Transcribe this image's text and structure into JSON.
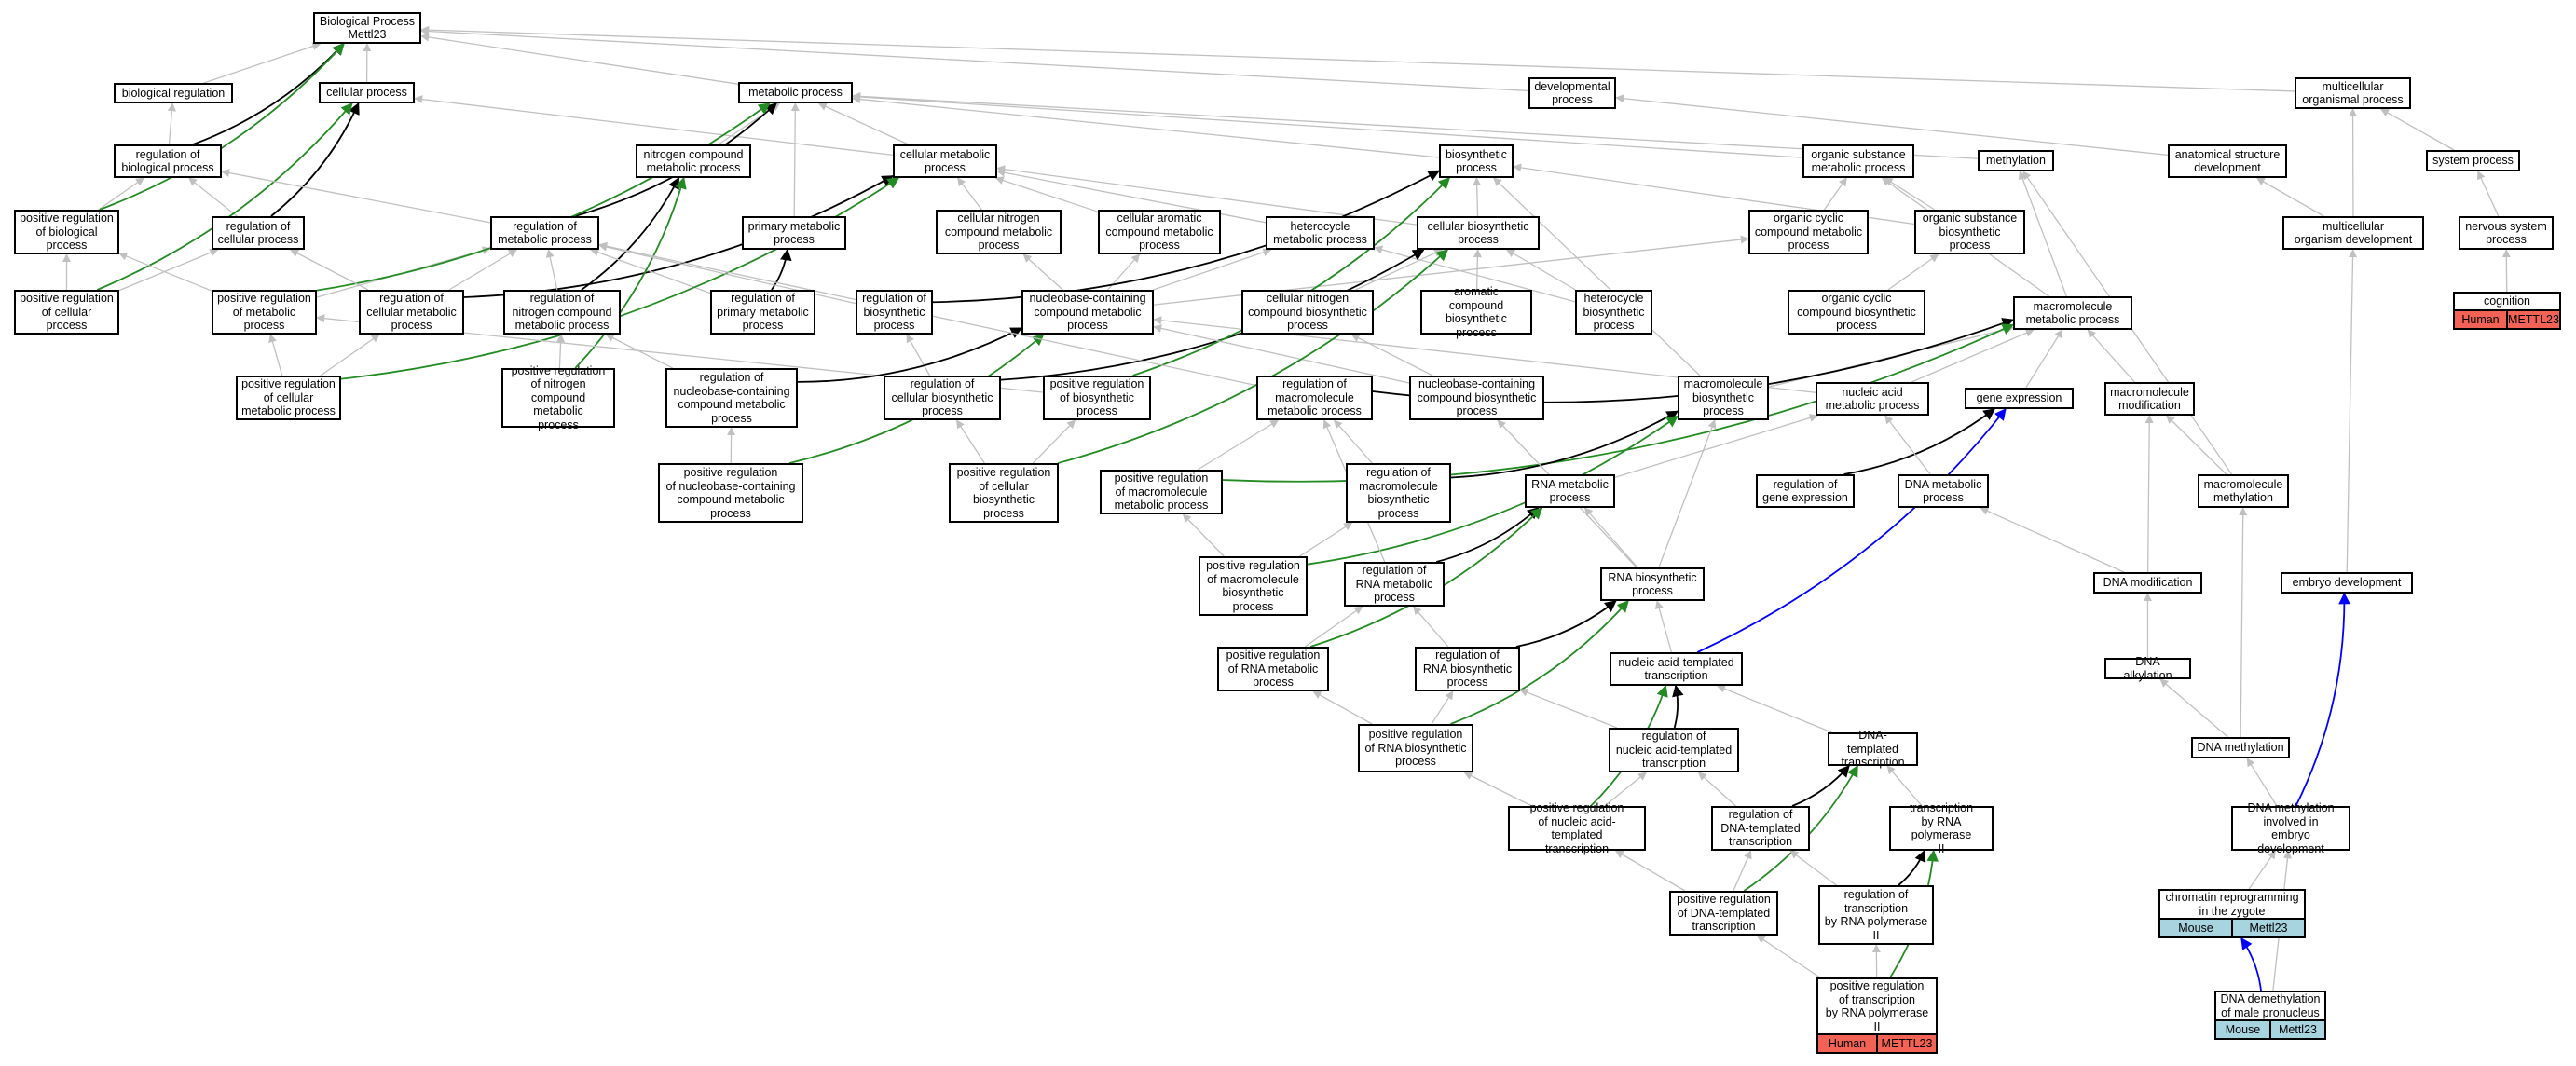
{
  "graph": {
    "colors": {
      "default_edge": "#c0c0c0",
      "black_edge": "#000000",
      "green_edge": "#228b22",
      "blue_edge": "#0000ff",
      "human": "#f26355",
      "mouse": "#a8d4e0"
    },
    "nodes": [
      {
        "id": "bp",
        "label": "Biological Process\nMettl23"
      },
      {
        "id": "biol_reg",
        "label": "biological regulation"
      },
      {
        "id": "cell_proc",
        "label": "cellular process"
      },
      {
        "id": "met_proc",
        "label": "metabolic process"
      },
      {
        "id": "dev_proc",
        "label": "developmental\nprocess"
      },
      {
        "id": "multi_org",
        "label": "multicellular\norganismal process"
      },
      {
        "id": "reg_biol",
        "label": "regulation of\nbiological process"
      },
      {
        "id": "n_comp_met",
        "label": "nitrogen compound\nmetabolic process"
      },
      {
        "id": "cell_met",
        "label": "cellular metabolic\nprocess"
      },
      {
        "id": "biosyn",
        "label": "biosynthetic\nprocess"
      },
      {
        "id": "org_sub_met",
        "label": "organic substance\nmetabolic process"
      },
      {
        "id": "methylation",
        "label": "methylation"
      },
      {
        "id": "anat_dev",
        "label": "anatomical structure\ndevelopment"
      },
      {
        "id": "sys_proc",
        "label": "system process"
      },
      {
        "id": "pos_reg_biol",
        "label": "positive regulation\nof biological\nprocess"
      },
      {
        "id": "reg_cell",
        "label": "regulation of\ncellular process"
      },
      {
        "id": "reg_met",
        "label": "regulation of\nmetabolic process"
      },
      {
        "id": "prim_met",
        "label": "primary metabolic\nprocess"
      },
      {
        "id": "cell_n_met",
        "label": "cellular nitrogen\ncompound metabolic\nprocess"
      },
      {
        "id": "cell_arom_met",
        "label": "cellular aromatic\ncompound metabolic\nprocess"
      },
      {
        "id": "hetero_met",
        "label": "heterocycle\nmetabolic process"
      },
      {
        "id": "cell_biosyn",
        "label": "cellular biosynthetic\nprocess"
      },
      {
        "id": "org_cyc_met",
        "label": "organic cyclic\ncompound metabolic\nprocess"
      },
      {
        "id": "org_sub_biosyn",
        "label": "organic substance\nbiosynthetic\nprocess"
      },
      {
        "id": "multi_dev",
        "label": "multicellular\norganism development"
      },
      {
        "id": "nerv_sys",
        "label": "nervous system\nprocess"
      },
      {
        "id": "pos_reg_cell",
        "label": "positive regulation\nof cellular\nprocess"
      },
      {
        "id": "pos_reg_met",
        "label": "positive regulation\nof metabolic\nprocess"
      },
      {
        "id": "reg_cell_met",
        "label": "regulation of\ncellular metabolic\nprocess"
      },
      {
        "id": "reg_n_met",
        "label": "regulation of\nnitrogen compound\nmetabolic process"
      },
      {
        "id": "reg_prim_met",
        "label": "regulation of\nprimary metabolic\nprocess"
      },
      {
        "id": "reg_biosyn",
        "label": "regulation of\nbiosynthetic\nprocess"
      },
      {
        "id": "nucleobase_met",
        "label": "nucleobase-containing\ncompound metabolic\nprocess"
      },
      {
        "id": "cell_n_biosyn",
        "label": "cellular nitrogen\ncompound biosynthetic\nprocess"
      },
      {
        "id": "arom_biosyn",
        "label": "aromatic compound\nbiosynthetic\nprocess"
      },
      {
        "id": "hetero_biosyn",
        "label": "heterocycle\nbiosynthetic\nprocess"
      },
      {
        "id": "org_cyc_biosyn",
        "label": "organic cyclic\ncompound biosynthetic\nprocess"
      },
      {
        "id": "macro_met",
        "label": "macromolecule\nmetabolic process"
      },
      {
        "id": "cognition",
        "label": "cognition"
      },
      {
        "id": "pos_reg_cell_met",
        "label": "positive regulation\nof cellular\nmetabolic process"
      },
      {
        "id": "pos_reg_n_met",
        "label": "positive regulation\nof nitrogen\ncompound metabolic\nprocess"
      },
      {
        "id": "reg_nucleobase_met",
        "label": "regulation of\nnucleobase-containing\ncompound metabolic\nprocess"
      },
      {
        "id": "reg_cell_biosyn",
        "label": "regulation of\ncellular biosynthetic\nprocess"
      },
      {
        "id": "pos_reg_biosyn",
        "label": "positive regulation\nof biosynthetic\nprocess"
      },
      {
        "id": "reg_macro_biosyn",
        "label": "regulation of\nmacromolecule\nmetabolic process"
      },
      {
        "id": "nucleobase_biosyn",
        "label": "nucleobase-containing\ncompound biosynthetic\nprocess"
      },
      {
        "id": "macro_biosyn",
        "label": "macromolecule\nbiosynthetic\nprocess"
      },
      {
        "id": "na_met",
        "label": "nucleic acid\nmetabolic process"
      },
      {
        "id": "gene_expr",
        "label": "gene expression"
      },
      {
        "id": "macro_mod",
        "label": "macromolecule\nmodification"
      },
      {
        "id": "pos_reg_nucleobase_met",
        "label": "positive regulation\nof nucleobase-containing\ncompound metabolic\nprocess"
      },
      {
        "id": "pos_reg_cell_biosyn",
        "label": "positive regulation\nof cellular\nbiosynthetic\nprocess"
      },
      {
        "id": "pos_reg_macro_met",
        "label": "positive regulation\nof macromolecule\nmetabolic process"
      },
      {
        "id": "reg_macro_biosyn2",
        "label": "regulation of\nmacromolecule\nbiosynthetic\nprocess"
      },
      {
        "id": "rna_met",
        "label": "RNA metabolic\nprocess"
      },
      {
        "id": "reg_gene_expr",
        "label": "regulation of\ngene expression"
      },
      {
        "id": "dna_met",
        "label": "DNA metabolic\nprocess"
      },
      {
        "id": "macro_meth",
        "label": "macromolecule\nmethylation"
      },
      {
        "id": "pos_reg_macro_biosyn",
        "label": "positive regulation\nof macromolecule\nbiosynthetic\nprocess"
      },
      {
        "id": "reg_rna_met",
        "label": "regulation of\nRNA metabolic\nprocess"
      },
      {
        "id": "rna_biosyn",
        "label": "RNA biosynthetic\nprocess"
      },
      {
        "id": "dna_mod",
        "label": "DNA modification"
      },
      {
        "id": "embryo_dev",
        "label": "embryo development"
      },
      {
        "id": "pos_reg_rna_met",
        "label": "positive regulation\nof RNA metabolic\nprocess"
      },
      {
        "id": "reg_rna_biosyn",
        "label": "regulation of\nRNA biosynthetic\nprocess"
      },
      {
        "id": "na_templ_transc",
        "label": "nucleic acid-templated\ntranscription"
      },
      {
        "id": "dna_alk",
        "label": "DNA alkylation"
      },
      {
        "id": "pos_reg_rna_biosyn",
        "label": "positive regulation\nof RNA biosynthetic\nprocess"
      },
      {
        "id": "reg_na_templ",
        "label": "regulation of\nnucleic acid-templated\ntranscription"
      },
      {
        "id": "dna_templ_transc",
        "label": "DNA-templated\ntranscription"
      },
      {
        "id": "dna_meth",
        "label": "DNA methylation"
      },
      {
        "id": "pos_reg_na_templ",
        "label": "positive regulation\nof nucleic acid-templated\ntranscription"
      },
      {
        "id": "reg_dna_templ",
        "label": "regulation of\nDNA-templated\ntranscription"
      },
      {
        "id": "transc_pol2",
        "label": "transcription\nby RNA polymerase\nII"
      },
      {
        "id": "dna_meth_embryo",
        "label": "DNA methylation\ninvolved in\nembryo development"
      },
      {
        "id": "pos_reg_dna_templ",
        "label": "positive regulation\nof DNA-templated\ntranscription"
      },
      {
        "id": "reg_transc_pol2",
        "label": "regulation of\ntranscription\nby RNA polymerase\nII"
      },
      {
        "id": "chrom_reprog",
        "label": "chromatin reprogramming\nin the zygote"
      },
      {
        "id": "pos_reg_transc_pol2",
        "label": "positive regulation\nof transcription\nby RNA polymerase\nII"
      },
      {
        "id": "dna_demeth",
        "label": "DNA demethylation\nof male pronucleus"
      }
    ],
    "annotations": [
      {
        "node": "cognition",
        "species": "Human",
        "gene": "METTL23",
        "color_key": "human"
      },
      {
        "node": "pos_reg_transc_pol2",
        "species": "Human",
        "gene": "METTL23",
        "color_key": "human"
      },
      {
        "node": "chrom_reprog",
        "species": "Mouse",
        "gene": "Mettl23",
        "color_key": "mouse"
      },
      {
        "node": "dna_demeth",
        "species": "Mouse",
        "gene": "Mettl23",
        "color_key": "mouse"
      }
    ],
    "edges": [
      [
        "biol_reg",
        "bp",
        "d"
      ],
      [
        "cell_proc",
        "bp",
        "d"
      ],
      [
        "met_proc",
        "bp",
        "d"
      ],
      [
        "dev_proc",
        "bp",
        "d"
      ],
      [
        "multi_org",
        "bp",
        "d"
      ],
      [
        "reg_biol",
        "biol_reg",
        "d"
      ],
      [
        "reg_biol",
        "bp",
        "k"
      ],
      [
        "pos_reg_biol",
        "reg_biol",
        "d"
      ],
      [
        "pos_reg_biol",
        "bp",
        "g"
      ],
      [
        "reg_cell",
        "reg_biol",
        "d"
      ],
      [
        "reg_cell",
        "cell_proc",
        "k"
      ],
      [
        "pos_reg_cell",
        "pos_reg_biol",
        "d"
      ],
      [
        "pos_reg_cell",
        "reg_cell",
        "d"
      ],
      [
        "pos_reg_cell",
        "cell_proc",
        "g"
      ],
      [
        "cell_met",
        "cell_proc",
        "d"
      ],
      [
        "cell_met",
        "met_proc",
        "d"
      ],
      [
        "n_comp_met",
        "met_proc",
        "d"
      ],
      [
        "prim_met",
        "met_proc",
        "d"
      ],
      [
        "biosyn",
        "met_proc",
        "d"
      ],
      [
        "org_sub_met",
        "met_proc",
        "d"
      ],
      [
        "methylation",
        "met_proc",
        "d"
      ],
      [
        "anat_dev",
        "dev_proc",
        "d"
      ],
      [
        "sys_proc",
        "multi_org",
        "d"
      ],
      [
        "multi_dev",
        "multi_org",
        "d"
      ],
      [
        "multi_dev",
        "anat_dev",
        "d"
      ],
      [
        "nerv_sys",
        "sys_proc",
        "d"
      ],
      [
        "cognition",
        "nerv_sys",
        "d"
      ],
      [
        "reg_met",
        "reg_biol",
        "d"
      ],
      [
        "reg_met",
        "met_proc",
        "k"
      ],
      [
        "pos_reg_met",
        "pos_reg_biol",
        "d"
      ],
      [
        "pos_reg_met",
        "reg_met",
        "d"
      ],
      [
        "pos_reg_met",
        "met_proc",
        "g"
      ],
      [
        "reg_cell_met",
        "reg_cell",
        "d"
      ],
      [
        "reg_cell_met",
        "reg_met",
        "d"
      ],
      [
        "reg_cell_met",
        "cell_met",
        "k"
      ],
      [
        "reg_n_met",
        "reg_met",
        "d"
      ],
      [
        "reg_n_met",
        "n_comp_met",
        "k"
      ],
      [
        "reg_prim_met",
        "reg_met",
        "d"
      ],
      [
        "reg_prim_met",
        "prim_met",
        "k"
      ],
      [
        "pos_reg_cell_met",
        "pos_reg_met",
        "d"
      ],
      [
        "pos_reg_cell_met",
        "reg_cell_met",
        "d"
      ],
      [
        "pos_reg_cell_met",
        "cell_met",
        "g"
      ],
      [
        "pos_reg_n_met",
        "reg_n_met",
        "d"
      ],
      [
        "pos_reg_n_met",
        "n_comp_met",
        "g"
      ],
      [
        "cell_n_met",
        "cell_met",
        "d"
      ],
      [
        "cell_arom_met",
        "cell_met",
        "d"
      ],
      [
        "hetero_met",
        "cell_met",
        "d"
      ],
      [
        "cell_biosyn",
        "biosyn",
        "d"
      ],
      [
        "cell_biosyn",
        "cell_met",
        "d"
      ],
      [
        "org_cyc_met",
        "org_sub_met",
        "d"
      ],
      [
        "org_sub_biosyn",
        "biosyn",
        "d"
      ],
      [
        "org_sub_biosyn",
        "org_sub_met",
        "d"
      ],
      [
        "nucleobase_met",
        "cell_n_met",
        "d"
      ],
      [
        "nucleobase_met",
        "cell_arom_met",
        "d"
      ],
      [
        "nucleobase_met",
        "hetero_met",
        "d"
      ],
      [
        "nucleobase_met",
        "org_cyc_met",
        "d"
      ],
      [
        "cell_n_biosyn",
        "cell_biosyn",
        "d"
      ],
      [
        "arom_biosyn",
        "cell_biosyn",
        "d"
      ],
      [
        "hetero_biosyn",
        "hetero_met",
        "d"
      ],
      [
        "hetero_biosyn",
        "cell_biosyn",
        "d"
      ],
      [
        "org_cyc_biosyn",
        "org_sub_biosyn",
        "d"
      ],
      [
        "reg_biosyn",
        "reg_met",
        "d"
      ],
      [
        "reg_biosyn",
        "biosyn",
        "k"
      ],
      [
        "reg_cell_biosyn",
        "reg_biosyn",
        "d"
      ],
      [
        "reg_cell_biosyn",
        "cell_biosyn",
        "k"
      ],
      [
        "pos_reg_biosyn",
        "pos_reg_met",
        "d"
      ],
      [
        "pos_reg_biosyn",
        "biosyn",
        "g"
      ],
      [
        "reg_nucleobase_met",
        "reg_n_met",
        "d"
      ],
      [
        "reg_nucleobase_met",
        "nucleobase_met",
        "k"
      ],
      [
        "pos_reg_nucleobase_met",
        "reg_nucleobase_met",
        "d"
      ],
      [
        "pos_reg_nucleobase_met",
        "nucleobase_met",
        "g"
      ],
      [
        "macro_met",
        "org_sub_met",
        "d"
      ],
      [
        "macro_met",
        "methylation",
        "d"
      ],
      [
        "macro_biosyn",
        "macro_met",
        "d"
      ],
      [
        "macro_biosyn",
        "biosyn",
        "d"
      ],
      [
        "na_met",
        "nucleobase_met",
        "d"
      ],
      [
        "na_met",
        "macro_met",
        "d"
      ],
      [
        "gene_expr",
        "macro_met",
        "d"
      ],
      [
        "macro_mod",
        "macro_met",
        "d"
      ],
      [
        "reg_macro_biosyn",
        "reg_met",
        "d"
      ],
      [
        "reg_macro_biosyn",
        "macro_met",
        "k"
      ],
      [
        "nucleobase_biosyn",
        "nucleobase_met",
        "d"
      ],
      [
        "nucleobase_biosyn",
        "cell_n_biosyn",
        "d"
      ],
      [
        "pos_reg_cell_biosyn",
        "pos_reg_biosyn",
        "d"
      ],
      [
        "pos_reg_cell_biosyn",
        "reg_cell_biosyn",
        "d"
      ],
      [
        "pos_reg_cell_biosyn",
        "cell_biosyn",
        "g"
      ],
      [
        "pos_reg_macro_met",
        "reg_macro_biosyn",
        "d"
      ],
      [
        "pos_reg_macro_met",
        "macro_met",
        "g"
      ],
      [
        "reg_macro_biosyn2",
        "reg_macro_biosyn",
        "d"
      ],
      [
        "reg_macro_biosyn2",
        "macro_biosyn",
        "k"
      ],
      [
        "rna_met",
        "na_met",
        "d"
      ],
      [
        "reg_gene_expr",
        "gene_expr",
        "k"
      ],
      [
        "dna_met",
        "na_met",
        "d"
      ],
      [
        "macro_meth",
        "macro_mod",
        "d"
      ],
      [
        "macro_meth",
        "methylation",
        "d"
      ],
      [
        "pos_reg_macro_biosyn",
        "pos_reg_macro_met",
        "d"
      ],
      [
        "pos_reg_macro_biosyn",
        "reg_macro_biosyn2",
        "d"
      ],
      [
        "pos_reg_macro_biosyn",
        "macro_biosyn",
        "g"
      ],
      [
        "reg_rna_met",
        "reg_macro_biosyn",
        "d"
      ],
      [
        "reg_rna_met",
        "rna_met",
        "k"
      ],
      [
        "rna_biosyn",
        "rna_met",
        "d"
      ],
      [
        "rna_biosyn",
        "nucleobase_biosyn",
        "d"
      ],
      [
        "rna_biosyn",
        "macro_biosyn",
        "d"
      ],
      [
        "dna_mod",
        "dna_met",
        "d"
      ],
      [
        "dna_mod",
        "macro_mod",
        "d"
      ],
      [
        "embryo_dev",
        "multi_dev",
        "d"
      ],
      [
        "pos_reg_rna_met",
        "reg_rna_met",
        "d"
      ],
      [
        "pos_reg_rna_met",
        "rna_met",
        "g"
      ],
      [
        "reg_rna_biosyn",
        "reg_rna_met",
        "d"
      ],
      [
        "reg_rna_biosyn",
        "rna_biosyn",
        "k"
      ],
      [
        "na_templ_transc",
        "rna_biosyn",
        "d"
      ],
      [
        "na_templ_transc",
        "gene_expr",
        "b"
      ],
      [
        "dna_alk",
        "dna_mod",
        "d"
      ],
      [
        "pos_reg_rna_biosyn",
        "reg_rna_biosyn",
        "d"
      ],
      [
        "pos_reg_rna_biosyn",
        "pos_reg_rna_met",
        "d"
      ],
      [
        "pos_reg_rna_biosyn",
        "rna_biosyn",
        "g"
      ],
      [
        "reg_na_templ",
        "reg_rna_biosyn",
        "d"
      ],
      [
        "reg_na_templ",
        "na_templ_transc",
        "k"
      ],
      [
        "dna_templ_transc",
        "na_templ_transc",
        "d"
      ],
      [
        "dna_meth",
        "dna_alk",
        "d"
      ],
      [
        "dna_meth",
        "macro_meth",
        "d"
      ],
      [
        "pos_reg_na_templ",
        "reg_na_templ",
        "d"
      ],
      [
        "pos_reg_na_templ",
        "pos_reg_rna_biosyn",
        "d"
      ],
      [
        "pos_reg_na_templ",
        "na_templ_transc",
        "g"
      ],
      [
        "reg_dna_templ",
        "reg_na_templ",
        "d"
      ],
      [
        "reg_dna_templ",
        "dna_templ_transc",
        "k"
      ],
      [
        "transc_pol2",
        "dna_templ_transc",
        "d"
      ],
      [
        "dna_meth_embryo",
        "dna_meth",
        "d"
      ],
      [
        "dna_meth_embryo",
        "embryo_dev",
        "b"
      ],
      [
        "pos_reg_dna_templ",
        "reg_dna_templ",
        "d"
      ],
      [
        "pos_reg_dna_templ",
        "pos_reg_na_templ",
        "d"
      ],
      [
        "pos_reg_dna_templ",
        "dna_templ_transc",
        "g"
      ],
      [
        "reg_transc_pol2",
        "reg_dna_templ",
        "d"
      ],
      [
        "reg_transc_pol2",
        "transc_pol2",
        "k"
      ],
      [
        "chrom_reprog",
        "dna_meth_embryo",
        "d"
      ],
      [
        "pos_reg_transc_pol2",
        "reg_transc_pol2",
        "d"
      ],
      [
        "pos_reg_transc_pol2",
        "pos_reg_dna_templ",
        "d"
      ],
      [
        "pos_reg_transc_pol2",
        "transc_pol2",
        "g"
      ],
      [
        "dna_demeth",
        "chrom_reprog",
        "b"
      ],
      [
        "dna_demeth",
        "dna_meth_embryo",
        "d"
      ]
    ]
  }
}
